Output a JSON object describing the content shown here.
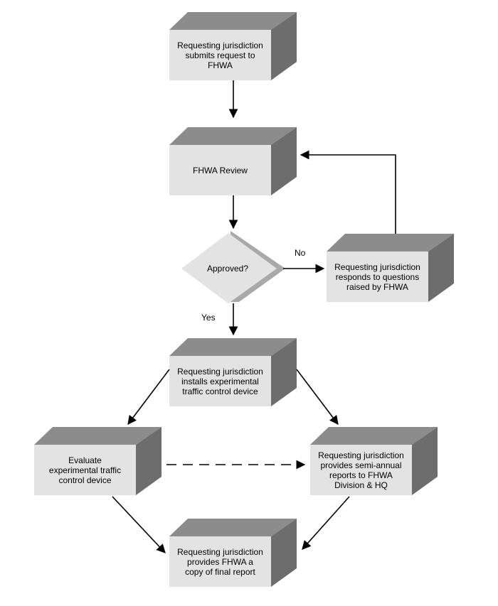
{
  "colors": {
    "box_front": "#e3e3e3",
    "box_top": "#8c8c8c",
    "box_side": "#6d6d6d",
    "diamond_front": "#e3e3e3",
    "diamond_side": "#a9a9a9",
    "line": "#000000"
  },
  "nodes": {
    "submit": "Requesting jurisdiction\nsubmits request to\nFHWA",
    "review": "FHWA Review",
    "approved": "Approved?",
    "respond": "Requesting jurisdiction\nresponds to questions\nraised by FHWA",
    "install": "Requesting jurisdiction\ninstalls experimental\ntraffic control device",
    "evaluate": "Evaluate\nexperimental traffic\ncontrol device",
    "reports": "Requesting jurisdiction\nprovides semi-annual\nreports to FHWA\nDivision & HQ",
    "final": "Requesting jurisdiction\nprovides FHWA a\ncopy of final report"
  },
  "edges": {
    "no_label": "No",
    "yes_label": "Yes"
  }
}
